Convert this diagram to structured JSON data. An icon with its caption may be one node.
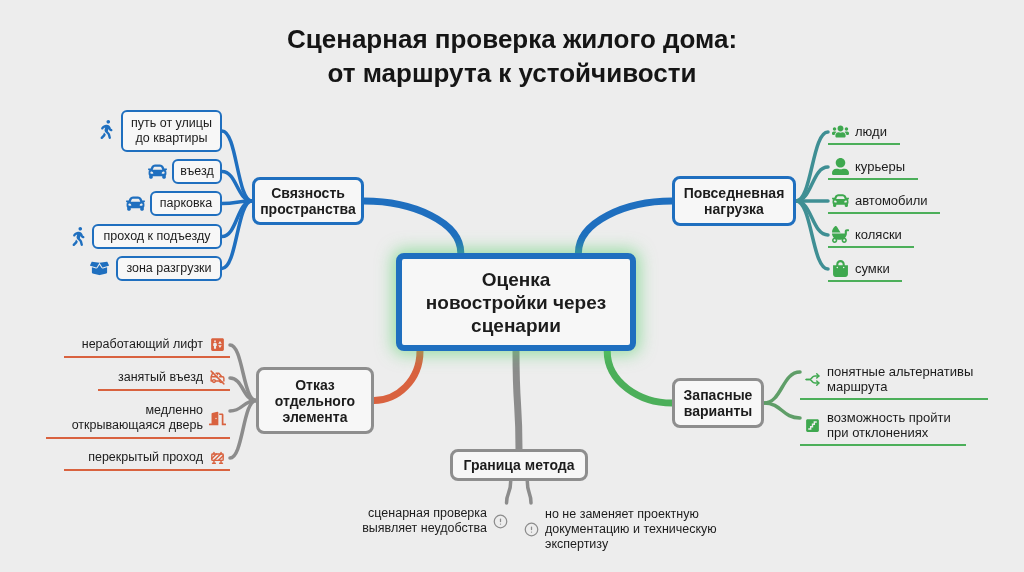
{
  "diagram": {
    "title": "Сценарная проверка жилого дома: от маршрута к устойчивости",
    "nodes": [
      {
        "text": [
          "Оценка новостройки через сценарии"
        ]
      },
      {
        "text": [
          "Связность пространства"
        ]
      },
      {
        "text": [
          "путь от улицы до квартиры"
        ]
      },
      {
        "text": [
          "въезд"
        ]
      },
      {
        "text": [
          "парковка"
        ]
      },
      {
        "text": [
          "проход к подъезду"
        ]
      },
      {
        "text": [
          "зона разгрузки"
        ]
      },
      {
        "text": [
          "Повседневная нагрузка"
        ]
      },
      {
        "text": [
          "люди"
        ]
      },
      {
        "text": [
          "курьеры"
        ]
      },
      {
        "text": [
          "автомобили"
        ]
      },
      {
        "text": [
          "коляски"
        ]
      },
      {
        "text": [
          "сумки"
        ]
      },
      {
        "text": [
          "Отказ отдельного элемента"
        ]
      },
      {
        "text": [
          "неработающий лифт"
        ]
      },
      {
        "text": [
          "занятый въезд"
        ]
      },
      {
        "text": [
          "медленно открывающаяся дверь"
        ]
      },
      {
        "text": [
          "перекрытый проход"
        ]
      },
      {
        "text": [
          "Запасные варианты"
        ]
      },
      {
        "text": [
          "понятные альтернативы маршрута"
        ]
      },
      {
        "text": [
          "возможность пройти при отклонениях"
        ]
      },
      {
        "text": [
          "Граница метода"
        ]
      },
      {
        "text": [
          "сценарная проверка выявляет неудобства"
        ]
      },
      {
        "text": [
          "но не заменяет проектную документацию и техническую экспертизу"
        ]
      }
    ],
    "edges": [
      {
        "from": 0,
        "to": 1,
        "arrow": "none",
        "style": "thick"
      },
      {
        "from": 0,
        "to": 7,
        "arrow": "none",
        "style": "thick"
      },
      {
        "from": 0,
        "to": 13,
        "arrow": "none",
        "style": "thick",
        "color": "#d9623f"
      },
      {
        "from": 0,
        "to": 18,
        "arrow": "none",
        "style": "thick",
        "color": "#4caf5a"
      },
      {
        "from": 0,
        "to": 21,
        "arrow": "none",
        "style": "thick",
        "color": "#8c8c8c"
      },
      {
        "from": 1,
        "to": 2,
        "arrow": "none"
      },
      {
        "from": 1,
        "to": 3,
        "arrow": "none"
      },
      {
        "from": 1,
        "to": 4,
        "arrow": "none"
      },
      {
        "from": 1,
        "to": 5,
        "arrow": "none"
      },
      {
        "from": 1,
        "to": 6,
        "arrow": "none"
      },
      {
        "from": 7,
        "to": 8,
        "arrow": "none",
        "color": "#3f8f94"
      },
      {
        "from": 7,
        "to": 9,
        "arrow": "none",
        "color": "#3f8f94"
      },
      {
        "from": 7,
        "to": 10,
        "arrow": "none",
        "color": "#3f8f94"
      },
      {
        "from": 7,
        "to": 11,
        "arrow": "none",
        "color": "#3f8f94"
      },
      {
        "from": 7,
        "to": 12,
        "arrow": "none",
        "color": "#3f8f94"
      },
      {
        "from": 13,
        "to": 14,
        "arrow": "none",
        "color": "#8c8c8c"
      },
      {
        "from": 13,
        "to": 15,
        "arrow": "none",
        "color": "#8c8c8c"
      },
      {
        "from": 13,
        "to": 16,
        "arrow": "none",
        "color": "#8c8c8c"
      },
      {
        "from": 13,
        "to": 17,
        "arrow": "none",
        "color": "#8c8c8c"
      },
      {
        "from": 18,
        "to": 19,
        "arrow": "none",
        "color": "#5f9e68"
      },
      {
        "from": 18,
        "to": 20,
        "arrow": "none",
        "color": "#5f9e68"
      },
      {
        "from": 21,
        "to": 22,
        "arrow": "none",
        "color": "#8c8c8c"
      },
      {
        "from": 21,
        "to": 23,
        "arrow": "none",
        "color": "#8c8c8c"
      }
    ]
  }
}
